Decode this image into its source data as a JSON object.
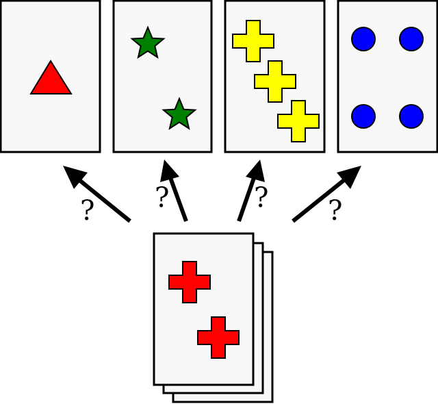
{
  "colors": {
    "card_fill": "#f8f8f8",
    "outline": "#000000",
    "background": "#ffffff",
    "triangle": "#ff0000",
    "star": "#008000",
    "cross_yellow": "#ffff00",
    "circle": "#0000ff",
    "cross_red": "#ff0000"
  },
  "key_cards": [
    {
      "shape": "triangle-icon",
      "color": "red",
      "count": 1
    },
    {
      "shape": "star-icon",
      "color": "green",
      "count": 2
    },
    {
      "shape": "cross-icon",
      "color": "yellow",
      "count": 3
    },
    {
      "shape": "circle-icon",
      "color": "blue",
      "count": 4
    }
  ],
  "stimulus_card": {
    "shape": "cross-icon",
    "color": "red",
    "count": 2,
    "deck_depth": 3
  },
  "question_marks": [
    "?",
    "?",
    "?",
    "?"
  ]
}
